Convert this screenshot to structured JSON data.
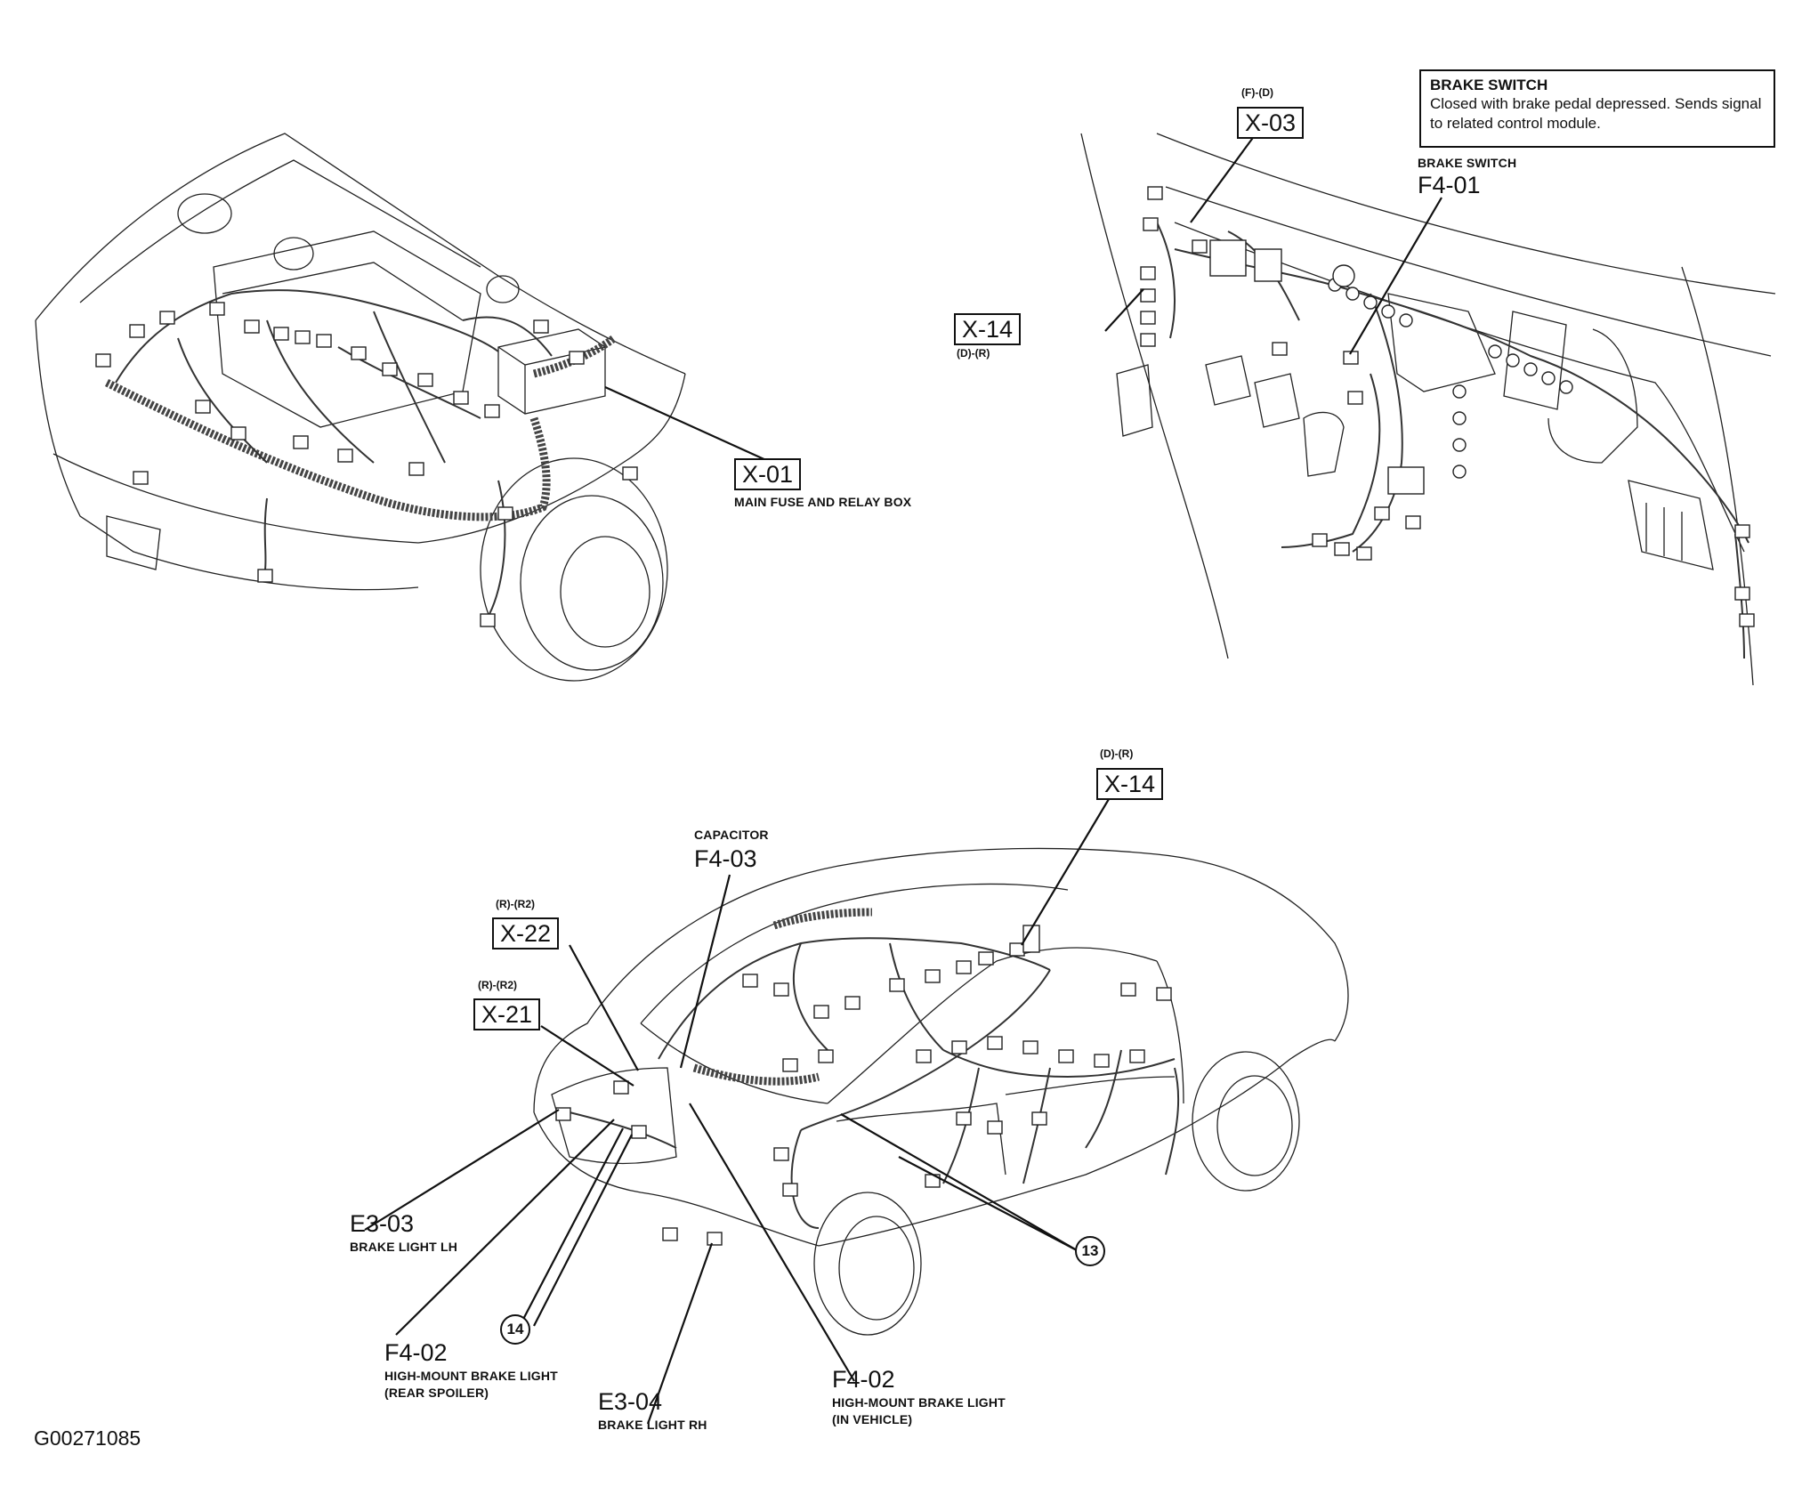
{
  "figure_id": "G00271085",
  "description_box": {
    "title": "BRAKE SWITCH",
    "text": "Closed with brake pedal depressed. Sends signal to related control module."
  },
  "callouts": [
    {
      "code": "X-01",
      "caption": "MAIN FUSE AND RELAY BOX"
    },
    {
      "code": "X-03",
      "tag": "(F)-(D)"
    },
    {
      "code": "X-14",
      "tag": "(D)-(R)"
    },
    {
      "code": "F4-01",
      "caption": "BRAKE SWITCH"
    },
    {
      "code": "X-14",
      "tag": "(D)-(R)"
    },
    {
      "code": "F4-03",
      "caption": "CAPACITOR"
    },
    {
      "code": "X-22",
      "tag": "(R)-(R2)"
    },
    {
      "code": "X-21",
      "tag": "(R)-(R2)"
    },
    {
      "code": "E3-03",
      "caption": "BRAKE LIGHT LH"
    },
    {
      "code": "F4-02",
      "caption_lines": [
        "HIGH-MOUNT BRAKE LIGHT",
        "(REAR SPOILER)"
      ]
    },
    {
      "code": "E3-04",
      "caption": "BRAKE LIGHT RH"
    },
    {
      "code": "F4-02",
      "caption_lines": [
        "HIGH-MOUNT BRAKE LIGHT",
        "(IN VEHICLE)"
      ]
    }
  ],
  "numbered_markers": [
    "13",
    "14"
  ]
}
